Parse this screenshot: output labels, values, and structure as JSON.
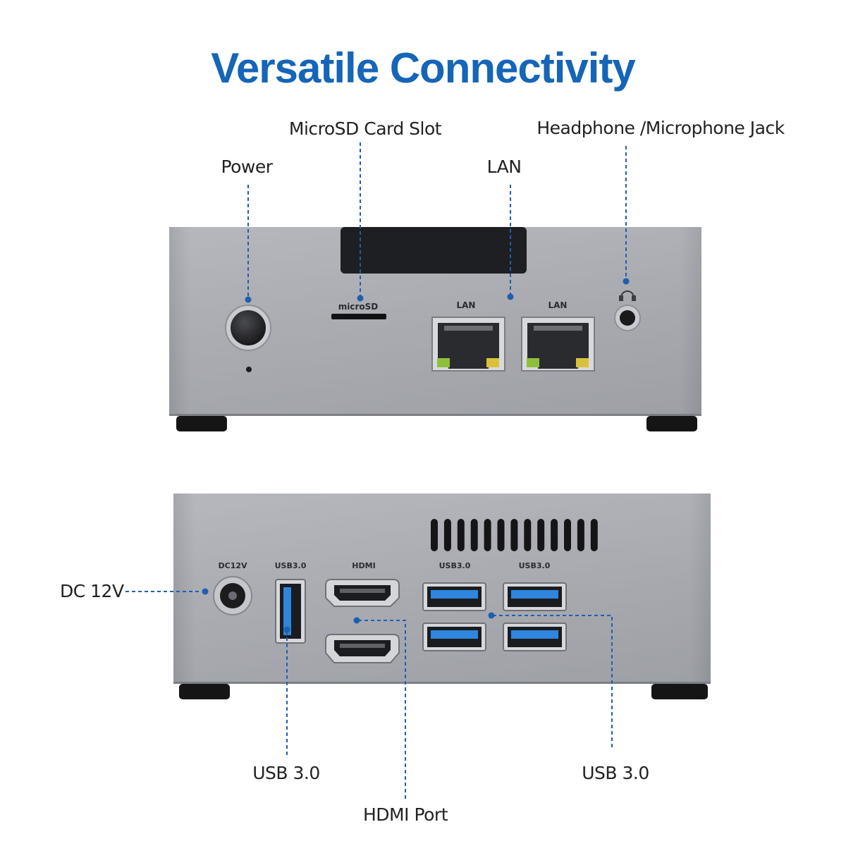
{
  "title": "Versatile Connectivity",
  "callouts": {
    "power": "Power",
    "microsd": "MicroSD Card Slot",
    "lan": "LAN",
    "audio": "Headphone /Microphone Jack",
    "dc": "DC 12V",
    "usb_left": "USB 3.0",
    "hdmi": "HDMI Port",
    "usb_right": "USB 3.0"
  },
  "panel_print": {
    "microsd": "microSD",
    "lan_1": "LAN",
    "lan_2": "LAN",
    "dc": "DC12V",
    "usb_left": "USB3.0",
    "hdmi": "HDMI",
    "usb_1": "USB3.0",
    "usb_2": "USB3.0"
  },
  "colors": {
    "title": "#1565b8",
    "leader": "#1f5fb0",
    "chassis": "#a9abb1",
    "usb_blue": "#2e86de"
  }
}
